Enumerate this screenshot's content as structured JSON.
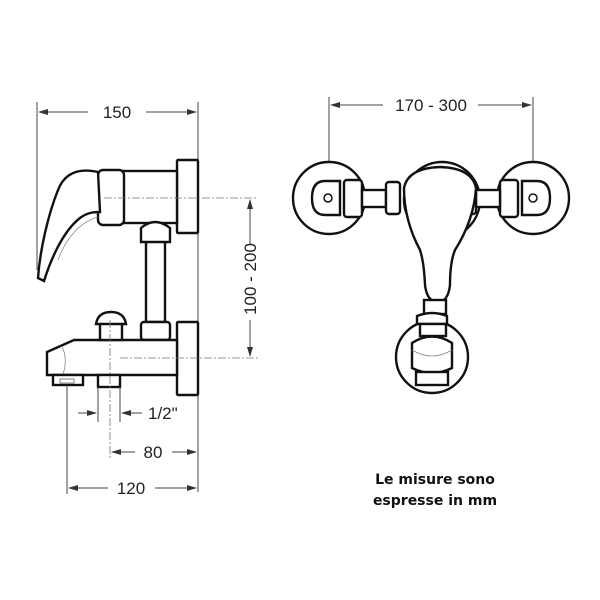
{
  "dimensions": {
    "width_side": "150",
    "height_range": "100 - 200",
    "outlet_thread": "1/2\"",
    "outlet_distance": "80",
    "spout_distance": "120",
    "center_distance_range": "170 - 300"
  },
  "note": {
    "line1": "Le misure sono",
    "line2": "espresse in mm"
  }
}
